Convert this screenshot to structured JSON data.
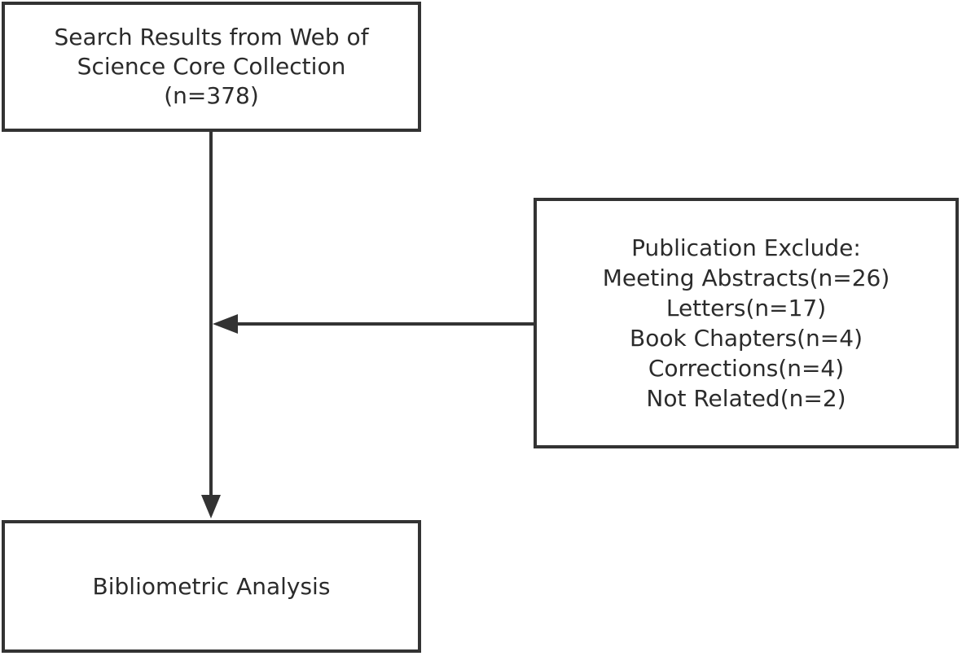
{
  "boxes": {
    "search": {
      "lines": [
        "Search Results from Web of",
        "Science Core Collection",
        "(n=378)"
      ]
    },
    "exclude": {
      "lines": [
        "Publication Exclude:",
        "Meeting Abstracts(n=26)",
        "Letters(n=17)",
        "Book Chapters(n=4)",
        "Corrections(n=4)",
        "Not Related(n=2)"
      ]
    },
    "analysis": {
      "lines": [
        "Bibliometric Analysis"
      ]
    }
  },
  "colors": {
    "stroke": "#333333",
    "text": "#2b2b2b",
    "background": "#ffffff"
  }
}
